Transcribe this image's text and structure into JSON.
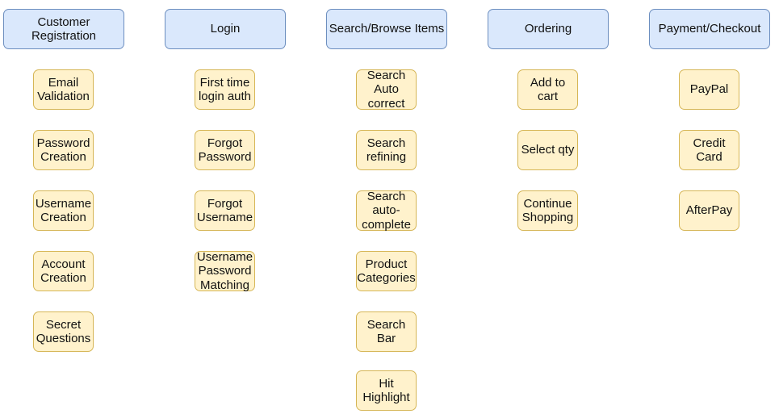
{
  "columns": [
    {
      "header": "Customer\nRegistration",
      "items": [
        "Email\nValidation",
        "Password\nCreation",
        "Username\nCreation",
        "Account\nCreation",
        "Secret\nQuestions"
      ]
    },
    {
      "header": "Login",
      "items": [
        "First time\nlogin auth",
        "Forgot\nPassword",
        "Forgot\nUsername",
        "Username\nPassword\nMatching"
      ]
    },
    {
      "header": "Search/Browse Items",
      "items": [
        "Search\nAuto\ncorrect",
        "Search\nrefining",
        "Search\nauto-\ncomplete",
        "Product\nCategories",
        "Search\nBar",
        "Hit\nHighlight"
      ]
    },
    {
      "header": "Ordering",
      "items": [
        "Add to\ncart",
        "Select qty",
        "Continue\nShopping"
      ]
    },
    {
      "header": "Payment/Checkout",
      "items": [
        "PayPal",
        "Credit\nCard",
        "AfterPay"
      ]
    }
  ],
  "colors": {
    "header_fill": "#dae8fc",
    "header_stroke": "#6c8ebf",
    "item_fill": "#fff2cc",
    "item_stroke": "#d6b656"
  }
}
